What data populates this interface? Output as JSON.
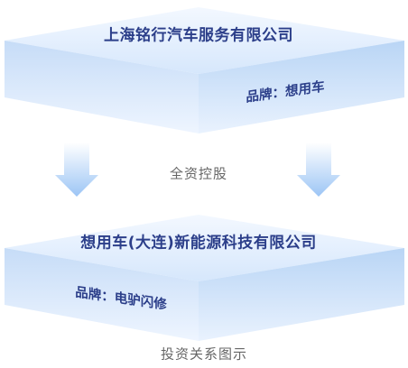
{
  "top_company": {
    "name": "上海铭行汽车服务有限公司",
    "brand": "品牌：想用车"
  },
  "relation_top": "全资控股",
  "bottom_company": {
    "name": "想用车(大连)新能源科技有限公司",
    "brand": "品牌：电驴闪修"
  },
  "relation_bottom": "投资关系图示",
  "colors": {
    "slab_face": "#dbeafc",
    "slab_edge": "#b7d4f5",
    "arrow": "#9ec6f5",
    "text": "#2c3f8a",
    "caption": "#666666"
  }
}
